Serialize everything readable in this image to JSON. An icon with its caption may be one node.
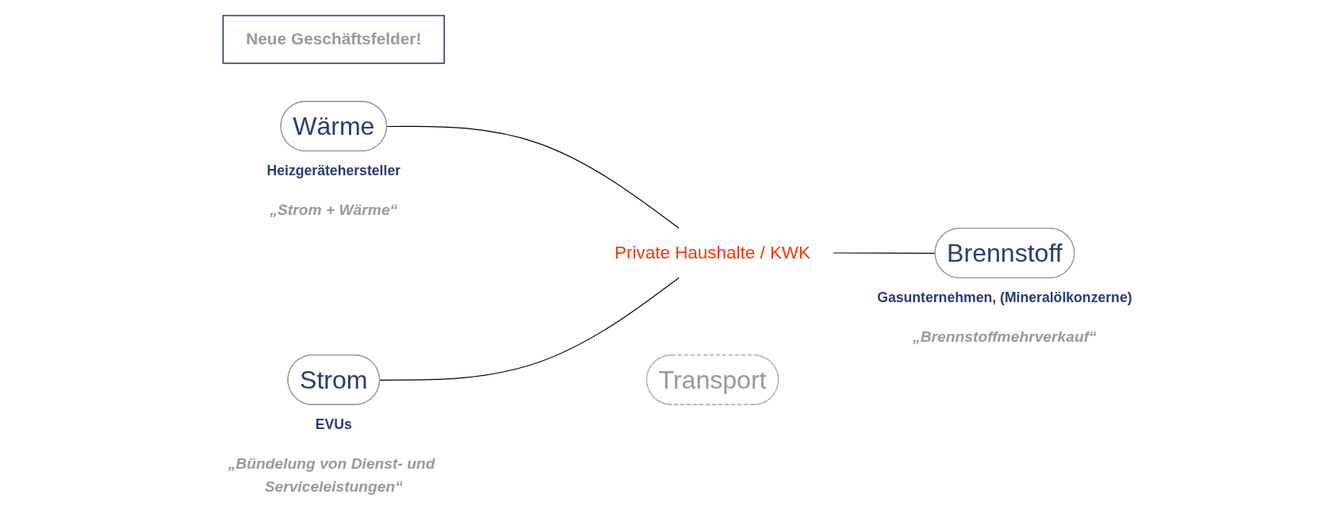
{
  "diagram": {
    "nodes": [
      {
        "text": [
          "Neue Geschäftsfelder!"
        ]
      },
      {
        "text": [
          "Wärme"
        ],
        "beside": [
          "Heizgerätehersteller",
          "„Strom + Wärme“"
        ]
      },
      {
        "text": [
          "Strom"
        ],
        "beside": [
          "EVUs",
          "„Bündelung von Dienst- und Serviceleistungen“"
        ]
      },
      {
        "text": [
          "Private Haushalte / KWK"
        ]
      },
      {
        "text": [
          "Brennstoff"
        ],
        "beside": [
          "Gasunternehmen, (Mineralölkonzerne)",
          "„Brennstoffmehrverkauf“"
        ]
      },
      {
        "text": [
          "Transport"
        ]
      }
    ],
    "edges": [
      {
        "from": 1,
        "to": 3,
        "arrow": "none"
      },
      {
        "from": 2,
        "to": 3,
        "arrow": "none"
      },
      {
        "from": 3,
        "to": 4,
        "arrow": "none"
      }
    ]
  }
}
